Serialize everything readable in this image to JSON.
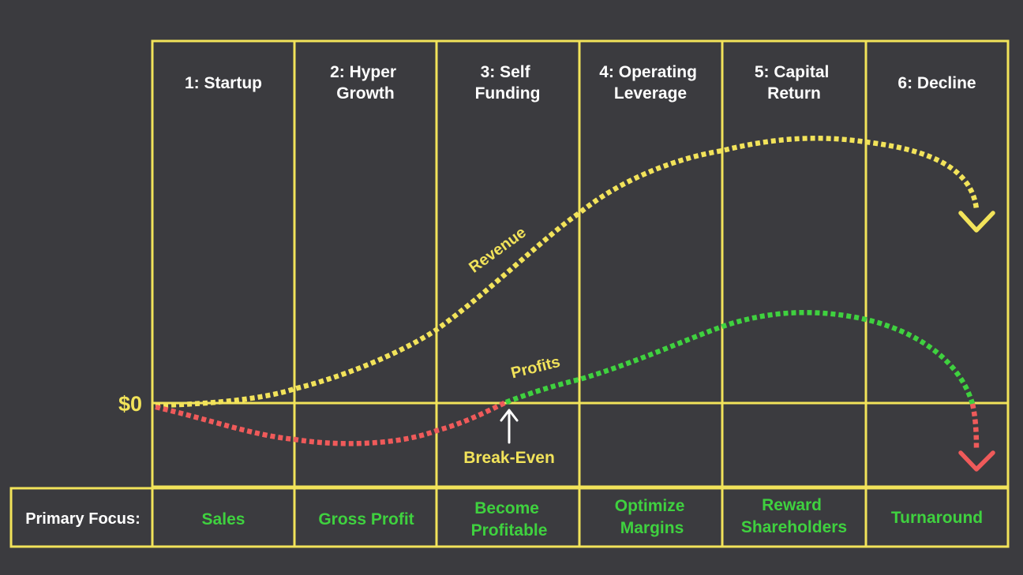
{
  "colors": {
    "background": "#3b3b3f",
    "grid": "#f2e35a",
    "revenue": "#f2e35a",
    "profit_positive": "#3fd13f",
    "profit_negative": "#ef5a5a",
    "label_text": "#ffffff",
    "focus_text": "#3fd13f"
  },
  "zero_label": "$0",
  "stages": [
    {
      "label_lines": [
        "1: Startup"
      ],
      "focus_lines": [
        "Sales"
      ]
    },
    {
      "label_lines": [
        "2: Hyper",
        "Growth"
      ],
      "focus_lines": [
        "Gross Profit"
      ]
    },
    {
      "label_lines": [
        "3: Self",
        "Funding"
      ],
      "focus_lines": [
        "Become",
        "Profitable"
      ]
    },
    {
      "label_lines": [
        "4: Operating",
        "Leverage"
      ],
      "focus_lines": [
        "Optimize",
        "Margins"
      ]
    },
    {
      "label_lines": [
        "5: Capital",
        "Return"
      ],
      "focus_lines": [
        "Reward",
        "Shareholders"
      ]
    },
    {
      "label_lines": [
        "6: Decline"
      ],
      "focus_lines": [
        "Turnaround"
      ]
    }
  ],
  "focus_label": "Primary Focus:",
  "curves": {
    "revenue_label": "Revenue",
    "profits_label": "Profits",
    "break_even_label": "Break-Even"
  },
  "icons": {
    "break_even_marker": "up-arrow-icon",
    "revenue_end": "chevron-down-arrow-icon",
    "profit_end": "chevron-down-arrow-icon"
  }
}
